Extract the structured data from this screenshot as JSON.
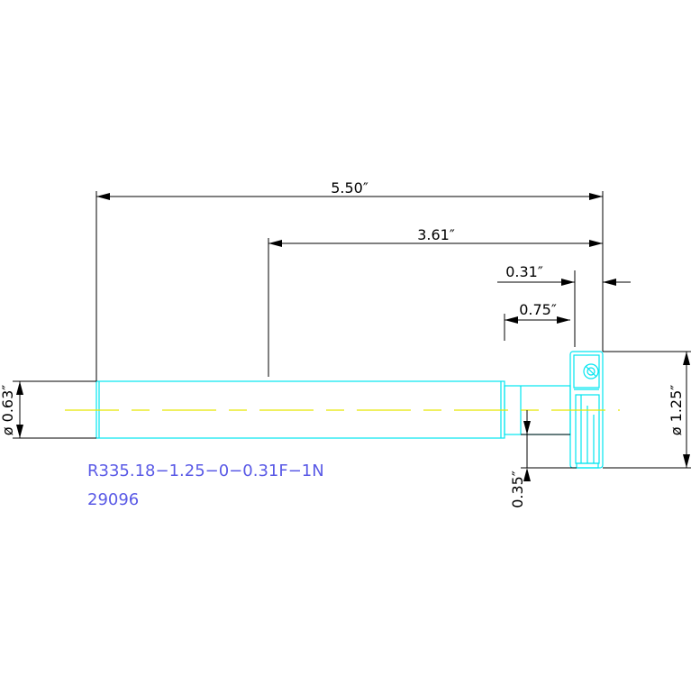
{
  "colors": {
    "background": "#ffffff",
    "dimension": "#000000",
    "tool_outline": "#00e5f0",
    "centerline": "#e8e800",
    "label": "#5a5ae6"
  },
  "dimensions": {
    "overall_length": "5.50″",
    "shank_length": "3.61″",
    "width_031": "0.31″",
    "width_075": "0.75″",
    "shank_diameter": "ø 0.63″",
    "cutter_diameter": "ø 1.25″",
    "depth_035": "0.35″"
  },
  "labels": {
    "part_number": "R335.18−1.25−0−0.31F−1N",
    "item_number": "29096"
  }
}
